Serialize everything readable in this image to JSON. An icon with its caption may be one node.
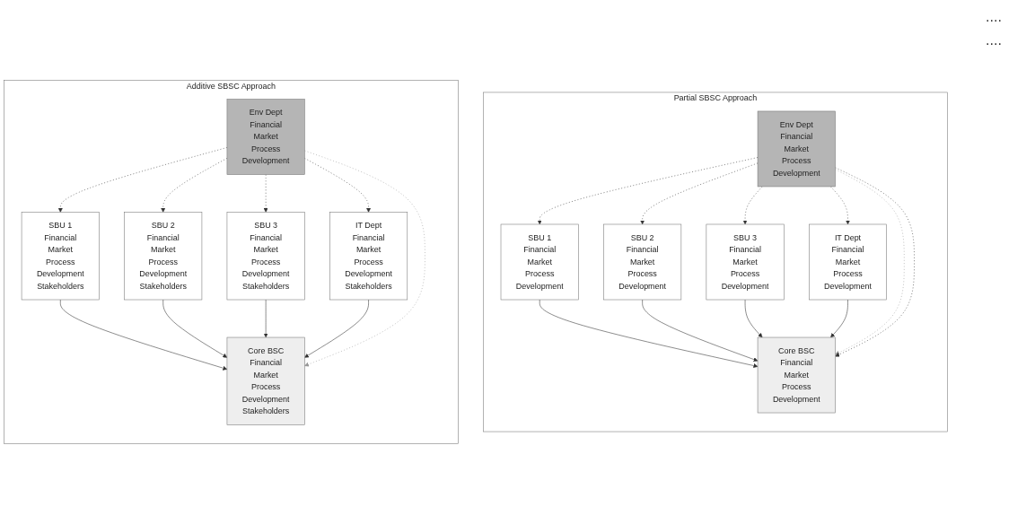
{
  "diagram": {
    "nodes": [
      {
        "text": [
          "Partial SBSC Approach"
        ]
      },
      {
        "text": [
          "Core BSC",
          "Financial",
          "Market",
          "Process",
          "Development"
        ],
        "in": 0
      },
      {
        "text": [
          "SBU 1",
          "Financial",
          "Market",
          "Process",
          "Development"
        ],
        "in": 0
      },
      {
        "text": [
          "SBU 2",
          "Financial",
          "Market",
          "Process",
          "Development"
        ],
        "in": 0
      },
      {
        "text": [
          "SBU 3",
          "Financial",
          "Market",
          "Process",
          "Development"
        ],
        "in": 0
      },
      {
        "text": [
          "IT Dept",
          "Financial",
          "Market",
          "Process",
          "Development"
        ],
        "in": 0
      },
      {
        "text": [
          "Env Dept",
          "Financial",
          "Market",
          "Process",
          "Development"
        ],
        "in": 0
      },
      {
        "text": [
          "Additive SBSC Approach"
        ]
      },
      {
        "text": [
          "Core BSC",
          "Financial",
          "Market",
          "Process",
          "Development",
          "Stakeholders"
        ],
        "in": 7
      },
      {
        "text": [
          "SBU 1",
          "Financial",
          "Market",
          "Process",
          "Development",
          "Stakeholders"
        ],
        "in": 7
      },
      {
        "text": [
          "SBU 2",
          "Financial",
          "Market",
          "Process",
          "Development",
          "Stakeholders"
        ],
        "in": 7
      },
      {
        "text": [
          "SBU 3",
          "Financial",
          "Market",
          "Process",
          "Development",
          "Stakeholders"
        ],
        "in": 7
      },
      {
        "text": [
          "IT Dept",
          "Financial",
          "Market",
          "Process",
          "Development",
          "Stakeholders"
        ],
        "in": 7
      },
      {
        "text": [
          "Env Dept",
          "Financial",
          "Market",
          "Process",
          "Development"
        ],
        "in": 7
      }
    ],
    "edges": [
      {
        "from": 2,
        "to": 1,
        "arrow": "to"
      },
      {
        "from": 3,
        "to": 1,
        "arrow": "to"
      },
      {
        "from": 4,
        "to": 1,
        "arrow": "to"
      },
      {
        "from": 5,
        "to": 1,
        "arrow": "to"
      },
      {
        "from": 6,
        "to": 1,
        "arrow": "to",
        "style": "dashed",
        "color": "#999999"
      },
      {
        "from": 6,
        "to": 1,
        "arrow": "to",
        "style": "dashed"
      },
      {
        "from": 6,
        "to": 2,
        "arrow": "to",
        "style": "dashed"
      },
      {
        "from": 6,
        "to": 3,
        "arrow": "to",
        "style": "dashed"
      },
      {
        "from": 6,
        "to": 4,
        "arrow": "to",
        "style": "dashed"
      },
      {
        "from": 6,
        "to": 5,
        "arrow": "to",
        "style": "dashed"
      },
      {
        "from": 9,
        "to": 8,
        "arrow": "to"
      },
      {
        "from": 10,
        "to": 8,
        "arrow": "to"
      },
      {
        "from": 11,
        "to": 8,
        "arrow": "to"
      },
      {
        "from": 12,
        "to": 8,
        "arrow": "to"
      },
      {
        "from": 13,
        "to": 8,
        "arrow": "to",
        "style": "dashed",
        "color": "#999999"
      },
      {
        "from": 13,
        "to": 9,
        "arrow": "to",
        "style": "dashed"
      },
      {
        "from": 13,
        "to": 10,
        "arrow": "to",
        "style": "dashed"
      },
      {
        "from": 13,
        "to": 11,
        "arrow": "to",
        "style": "dashed"
      },
      {
        "from": 13,
        "to": 12,
        "arrow": "to",
        "style": "dashed"
      }
    ],
    "labels": [
      "....",
      "...."
    ]
  }
}
